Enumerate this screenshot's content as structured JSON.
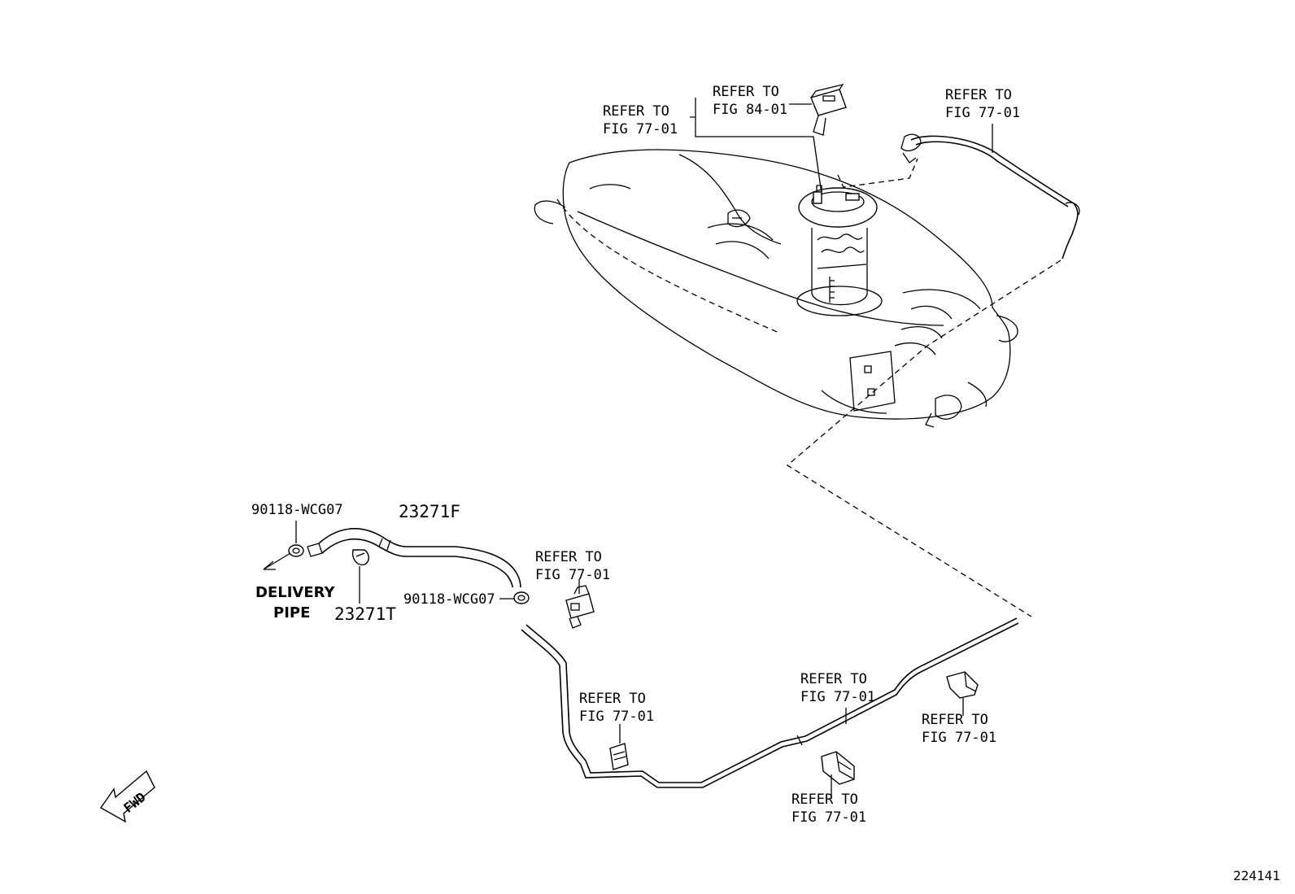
{
  "refer_label": "REFER TO",
  "callouts": {
    "tank_left": "FIG 77-01",
    "tank_top": "FIG 84-01",
    "tank_right": "FIG 77-01",
    "mid_clamp": "FIG 77-01",
    "lower_left": "FIG 77-01",
    "lower_mid_top": "FIG 77-01",
    "lower_right": "FIG 77-01",
    "lower_mid_bottom": "FIG 77-01"
  },
  "parts": {
    "clip_upper": "90118-WCG07",
    "hose": "23271F",
    "clamp": "23271T",
    "clip_lower": "90118-WCG07"
  },
  "delivery_pipe": [
    "DELIVERY",
    "PIPE"
  ],
  "fwd": "FWD",
  "figure_id": "224141"
}
